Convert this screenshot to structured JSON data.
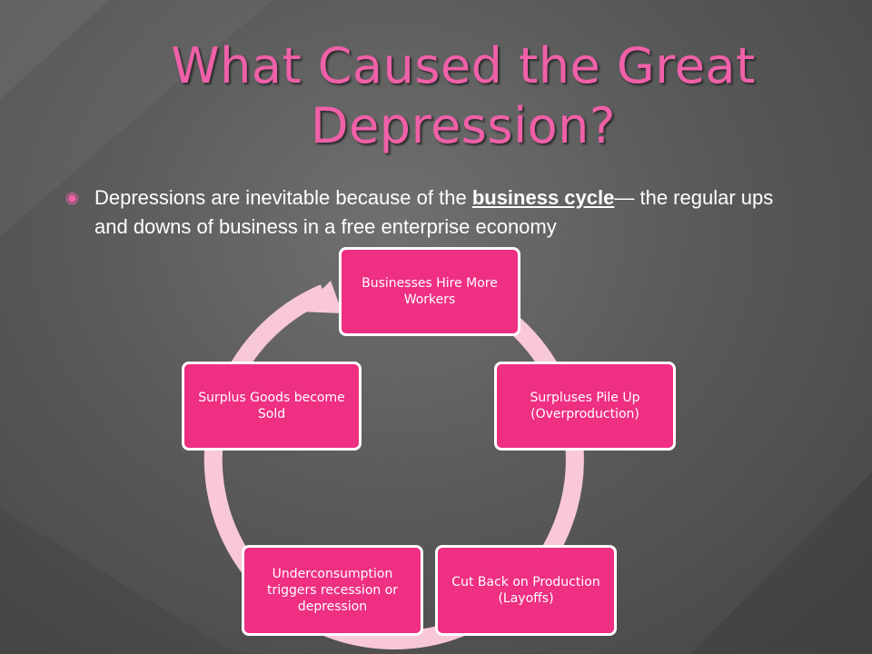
{
  "slide": {
    "title_line1": "What Caused the Great",
    "title_line2": "Depression?",
    "bullet": {
      "prefix": "Depressions are inevitable because of the ",
      "term": "business cycle",
      "suffix": "— the regular ups and downs of business in a free enterprise economy"
    }
  },
  "cycle": {
    "steps": [
      "Businesses Hire More Workers",
      "Surpluses Pile Up (Overproduction)",
      "Cut Back on Production (Layoffs)",
      "Underconsumption triggers recession or depression",
      "Surplus Goods become Sold"
    ]
  },
  "colors": {
    "title": "#f060a8",
    "node_fill": "#ee2f82",
    "ring": "#f8c8d8",
    "background": "#5a5a5a"
  }
}
